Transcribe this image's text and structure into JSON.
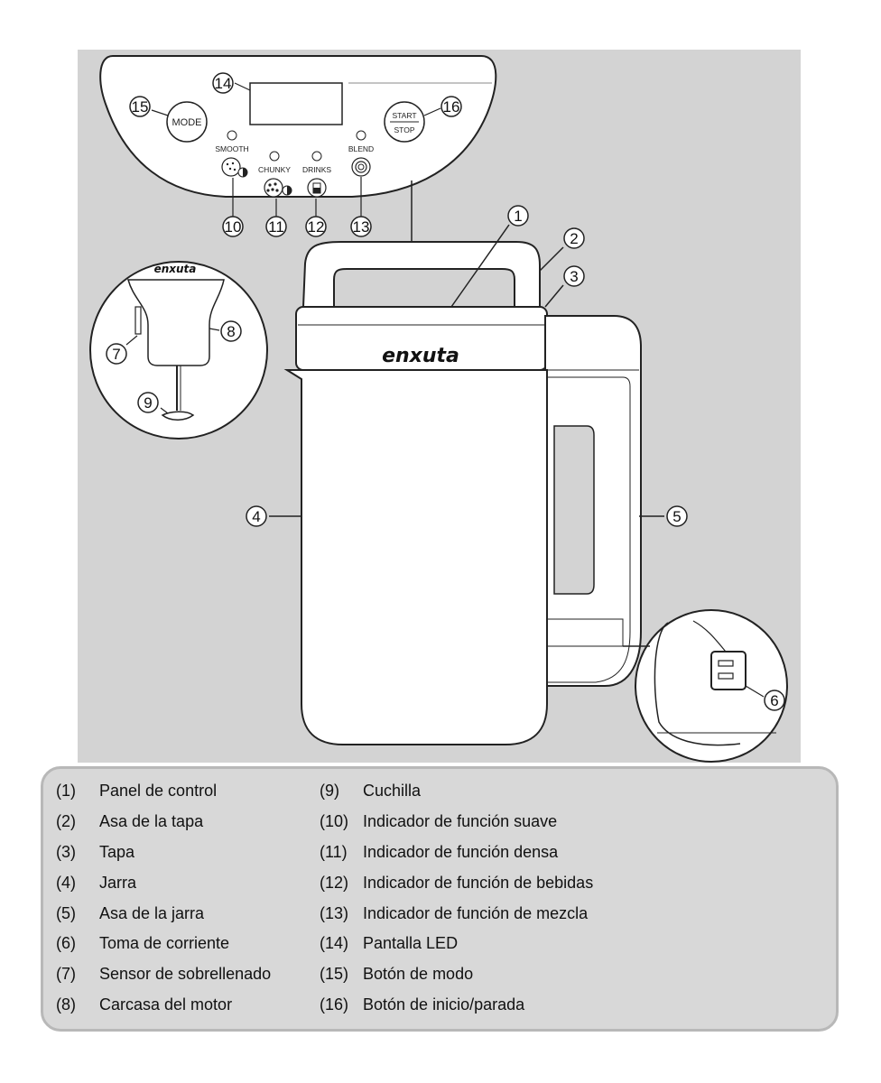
{
  "panel": {
    "mode_label": "MODE",
    "start_label": "START",
    "stop_label": "STOP",
    "indicators": {
      "smooth": "SMOOTH",
      "chunky": "CHUNKY",
      "drinks": "DRINKS",
      "blend": "BLEND"
    }
  },
  "brand": "enxuta",
  "callouts": [
    "1",
    "2",
    "3",
    "4",
    "5",
    "6",
    "7",
    "8",
    "9",
    "10",
    "11",
    "12",
    "13",
    "14",
    "15",
    "16"
  ],
  "legend": [
    {
      "num": "(1)",
      "label": "Panel de control"
    },
    {
      "num": "(2)",
      "label": "Asa de la tapa"
    },
    {
      "num": "(3)",
      "label": "Tapa"
    },
    {
      "num": "(4)",
      "label": "Jarra"
    },
    {
      "num": "(5)",
      "label": "Asa de la jarra"
    },
    {
      "num": "(6)",
      "label": "Toma de corriente"
    },
    {
      "num": "(7)",
      "label": "Sensor de sobrellenado"
    },
    {
      "num": "(8)",
      "label": "Carcasa del motor"
    },
    {
      "num": "(9)",
      "label": "Cuchilla"
    },
    {
      "num": "(10)",
      "label": "Indicador de función suave"
    },
    {
      "num": "(11)",
      "label": "Indicador de función densa"
    },
    {
      "num": "(12)",
      "label": "Indicador de función de bebidas"
    },
    {
      "num": "(13)",
      "label": "Indicador de función de mezcla"
    },
    {
      "num": "(14)",
      "label": "Pantalla LED"
    },
    {
      "num": "(15)",
      "label": "Botón de modo"
    },
    {
      "num": "(16)",
      "label": "Botón de inicio/parada"
    }
  ]
}
